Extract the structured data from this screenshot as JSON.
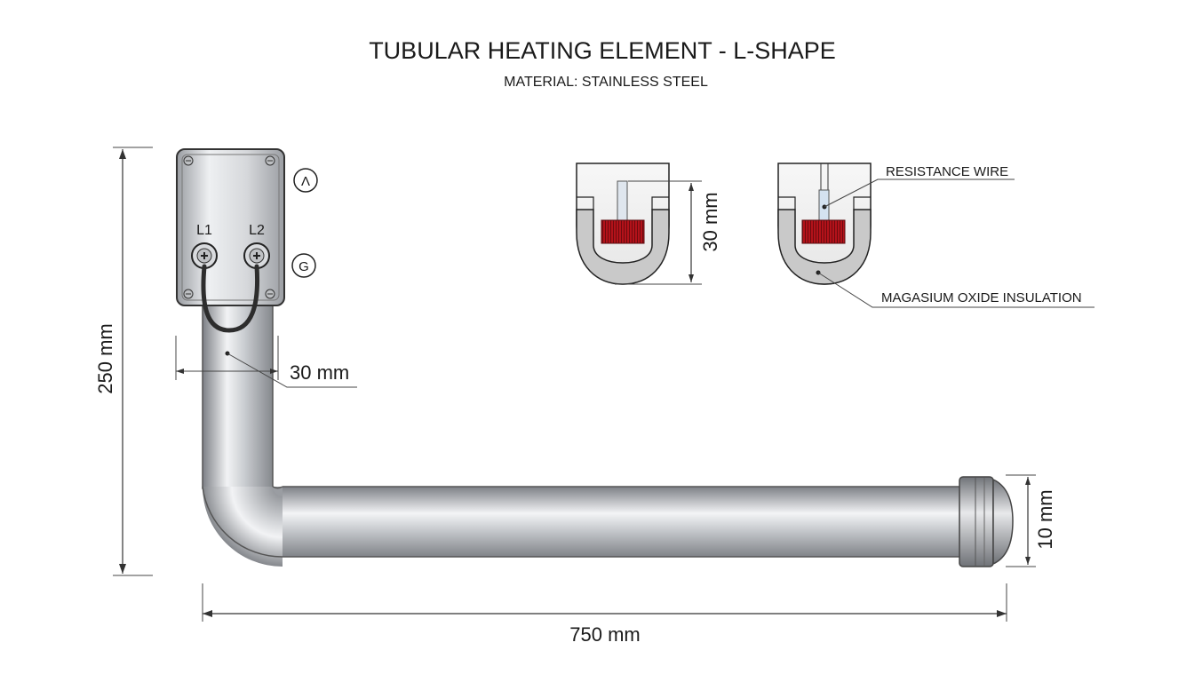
{
  "title": "TUBULAR HEATING ELEMENT - L-SHAPE",
  "subtitle": "MATERIAL: STAINLESS STEEL",
  "terminals": {
    "l1": "L1",
    "l2": "L2"
  },
  "symbols": {
    "top": "Λ",
    "bottom": "G"
  },
  "dimensions": {
    "height": "250 mm",
    "length": "750 mm",
    "tube_diameter": "30 mm",
    "end_cap": "10 mm",
    "section_height": "30 mm"
  },
  "callouts": {
    "resistance_wire": "RESISTANCE WIRE",
    "insulation": "MAGASIUM OXIDE INSULATION"
  },
  "colors": {
    "steel_light": "#f4f5f7",
    "steel_dark": "#8a8d92",
    "coil_red": "#b3121a",
    "insulation_gray": "#c9c9c9"
  }
}
